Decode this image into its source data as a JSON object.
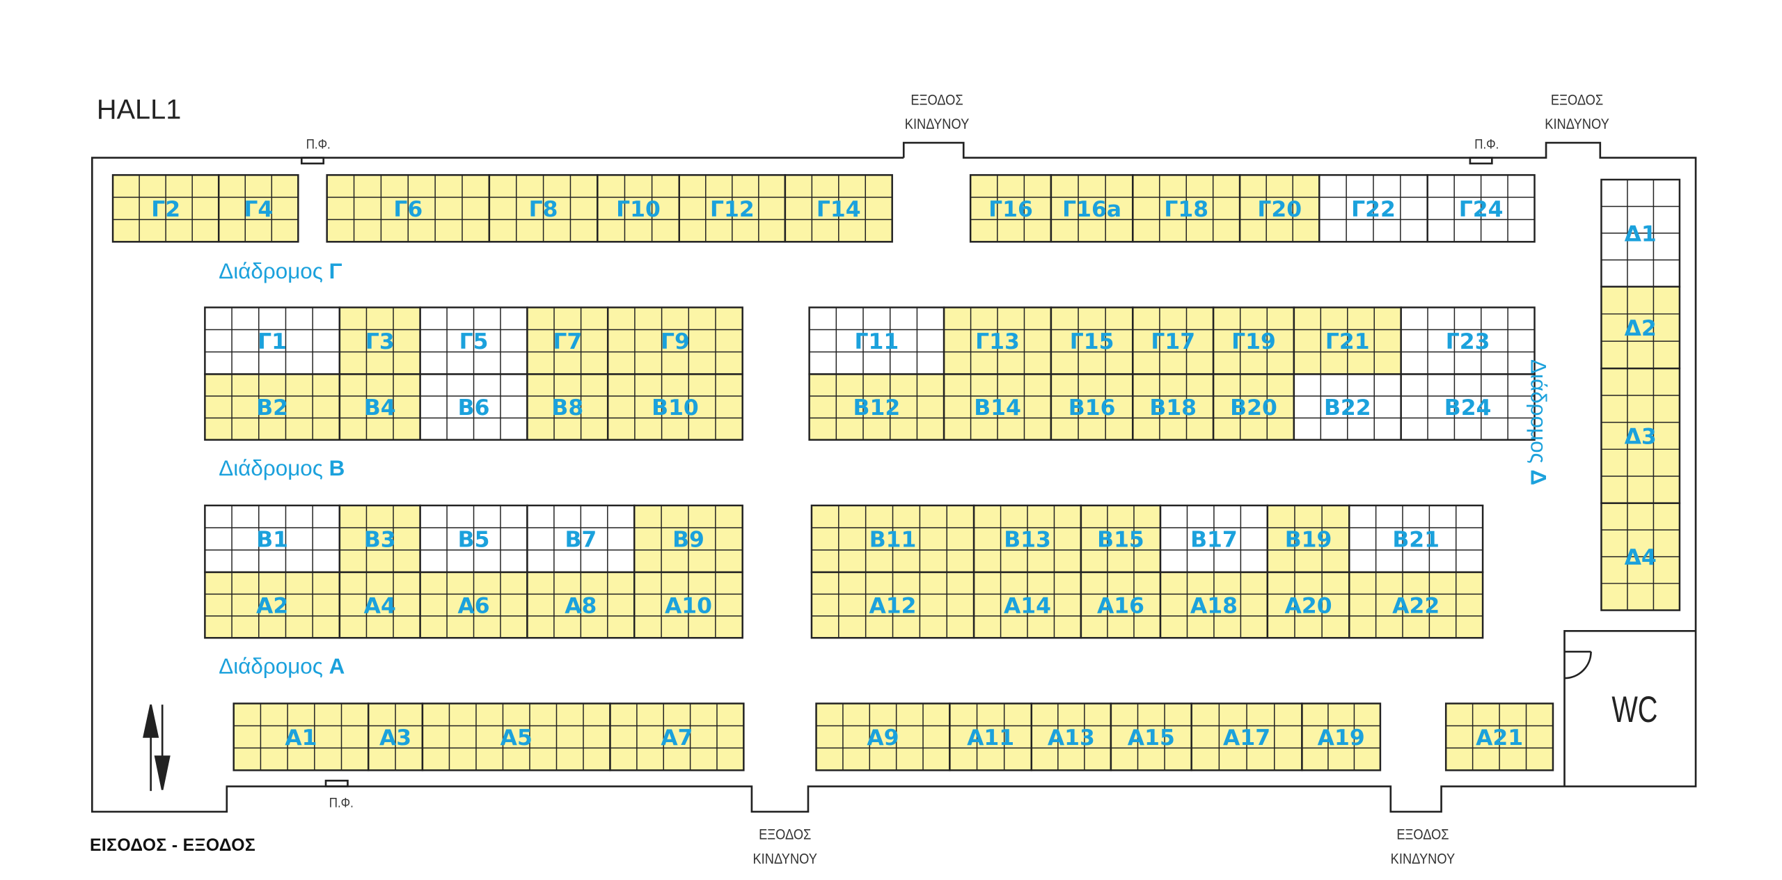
{
  "title": "HALL1",
  "entrance_label": "ΕΙΣΟΔΟΣ - ΕΞΟΔΟΣ",
  "aisles": {
    "g": {
      "prefix": "Διάδρομος ",
      "letter": "Γ"
    },
    "b": {
      "prefix": "Διάδρομος ",
      "letter": "Β"
    },
    "a": {
      "prefix": "Διάδρομος ",
      "letter": "Α"
    },
    "d": {
      "prefix": "Διάδρομος ",
      "letter": "Δ"
    }
  },
  "emergency_exit": {
    "line1": "ΕΞΟΔΟΣ",
    "line2": "ΚΙΝΔΥΝΟΥ"
  },
  "pf_label": "Π.Φ.",
  "wc_label": "WC",
  "colors": {
    "occupied": "#fcf5a6",
    "available": "#ffffff",
    "grid": "#222222",
    "label": "#1ba1dc",
    "wall": "#222222"
  },
  "stands": [
    {
      "id": "Γ2",
      "occupied": true
    },
    {
      "id": "Γ4",
      "occupied": true
    },
    {
      "id": "Γ6",
      "occupied": true
    },
    {
      "id": "Γ8",
      "occupied": true
    },
    {
      "id": "Γ10",
      "occupied": true
    },
    {
      "id": "Γ12",
      "occupied": true
    },
    {
      "id": "Γ14",
      "occupied": true
    },
    {
      "id": "Γ16",
      "occupied": true
    },
    {
      "id": "Γ16a",
      "occupied": true
    },
    {
      "id": "Γ18",
      "occupied": true
    },
    {
      "id": "Γ20",
      "occupied": true
    },
    {
      "id": "Γ22",
      "occupied": false
    },
    {
      "id": "Γ24",
      "occupied": false
    },
    {
      "id": "Γ1",
      "occupied": false
    },
    {
      "id": "Γ3",
      "occupied": true
    },
    {
      "id": "Γ5",
      "occupied": false
    },
    {
      "id": "Γ7",
      "occupied": true
    },
    {
      "id": "Γ9",
      "occupied": true
    },
    {
      "id": "Β2",
      "occupied": true
    },
    {
      "id": "Β4",
      "occupied": true
    },
    {
      "id": "Β6",
      "occupied": false
    },
    {
      "id": "Β8",
      "occupied": true
    },
    {
      "id": "Β10",
      "occupied": true
    },
    {
      "id": "Γ11",
      "occupied": false
    },
    {
      "id": "Γ13",
      "occupied": true
    },
    {
      "id": "Γ15",
      "occupied": true
    },
    {
      "id": "Γ17",
      "occupied": true
    },
    {
      "id": "Γ19",
      "occupied": true
    },
    {
      "id": "Γ21",
      "occupied": true
    },
    {
      "id": "Γ23",
      "occupied": false
    },
    {
      "id": "Β12",
      "occupied": true
    },
    {
      "id": "Β14",
      "occupied": true
    },
    {
      "id": "Β16",
      "occupied": true
    },
    {
      "id": "Β18",
      "occupied": true
    },
    {
      "id": "Β20",
      "occupied": true
    },
    {
      "id": "Β22",
      "occupied": false
    },
    {
      "id": "Β24",
      "occupied": false
    },
    {
      "id": "Β1",
      "occupied": false
    },
    {
      "id": "Β3",
      "occupied": true
    },
    {
      "id": "Β5",
      "occupied": false
    },
    {
      "id": "Β7",
      "occupied": false
    },
    {
      "id": "Β9",
      "occupied": true
    },
    {
      "id": "Α2",
      "occupied": true
    },
    {
      "id": "Α4",
      "occupied": true
    },
    {
      "id": "Α6",
      "occupied": true
    },
    {
      "id": "Α8",
      "occupied": true
    },
    {
      "id": "Α10",
      "occupied": true
    },
    {
      "id": "Β11",
      "occupied": true
    },
    {
      "id": "Β13",
      "occupied": true
    },
    {
      "id": "Β15",
      "occupied": true
    },
    {
      "id": "Β17",
      "occupied": false
    },
    {
      "id": "Β19",
      "occupied": true
    },
    {
      "id": "Β21",
      "occupied": false
    },
    {
      "id": "Α12",
      "occupied": true
    },
    {
      "id": "Α14",
      "occupied": true
    },
    {
      "id": "Α16",
      "occupied": true
    },
    {
      "id": "Α18",
      "occupied": true
    },
    {
      "id": "Α20",
      "occupied": true
    },
    {
      "id": "Α22",
      "occupied": true
    },
    {
      "id": "Α1",
      "occupied": true
    },
    {
      "id": "Α3",
      "occupied": true
    },
    {
      "id": "Α5",
      "occupied": true
    },
    {
      "id": "Α7",
      "occupied": true
    },
    {
      "id": "Α9",
      "occupied": true
    },
    {
      "id": "Α11",
      "occupied": true
    },
    {
      "id": "Α13",
      "occupied": true
    },
    {
      "id": "Α15",
      "occupied": true
    },
    {
      "id": "Α17",
      "occupied": true
    },
    {
      "id": "Α19",
      "occupied": true
    },
    {
      "id": "Α21",
      "occupied": true
    },
    {
      "id": "Δ1",
      "occupied": false
    },
    {
      "id": "Δ2",
      "occupied": true
    },
    {
      "id": "Δ3",
      "occupied": true
    },
    {
      "id": "Δ4",
      "occupied": true
    }
  ]
}
